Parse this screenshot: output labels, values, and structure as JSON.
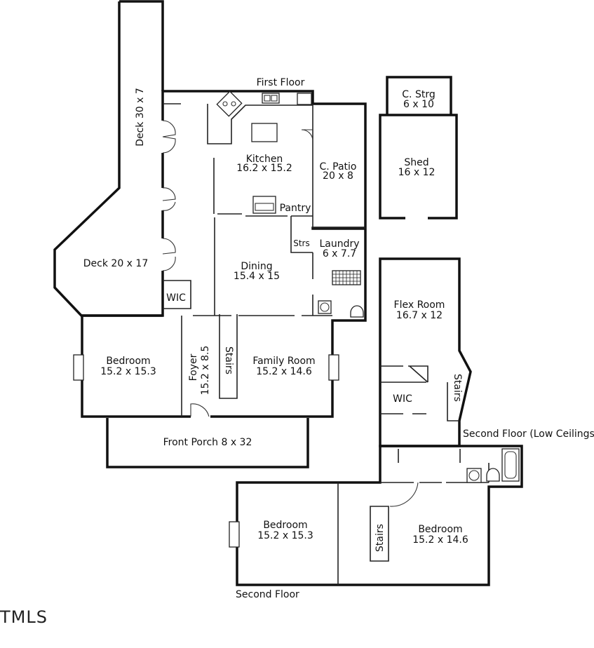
{
  "labels": {
    "first_floor": "First Floor",
    "second_floor": "Second Floor",
    "second_floor_low": "Second Floor (Low Ceilings)"
  },
  "rooms": {
    "deck_top": {
      "name": "Deck 30 x 7"
    },
    "deck_side": {
      "name": "Deck 20 x 17"
    },
    "kitchen": {
      "name": "Kitchen",
      "size": "16.2 x 15.2"
    },
    "c_patio": {
      "name": "C. Patio",
      "size": "20 x 8"
    },
    "c_strg": {
      "name": "C. Strg",
      "size": "6 x 10"
    },
    "shed": {
      "name": "Shed",
      "size": "16 x 12"
    },
    "pantry": {
      "name": "Pantry"
    },
    "strs": {
      "name": "Strs"
    },
    "laundry": {
      "name": "Laundry",
      "size": "6 x 7.7"
    },
    "dining": {
      "name": "Dining",
      "size": "15.4 x 15"
    },
    "wic1": {
      "name": "WIC"
    },
    "bedroom1": {
      "name": "Bedroom",
      "size": "15.2 x 15.3"
    },
    "foyer": {
      "name": "Foyer",
      "size": "15.2 x 8.5"
    },
    "stairs1": {
      "name": "Stairs"
    },
    "family_room": {
      "name": "Family Room",
      "size": "15.2 x 14.6"
    },
    "front_porch": {
      "name": "Front Porch 8 x 32"
    },
    "flex_room": {
      "name": "Flex Room",
      "size": "16.7 x 12"
    },
    "wic2": {
      "name": "WIC"
    },
    "stairs2": {
      "name": "Stairs"
    },
    "bedroom2": {
      "name": "Bedroom",
      "size": "15.2 x 15.3"
    },
    "stairs3": {
      "name": "Stairs"
    },
    "bedroom3": {
      "name": "Bedroom",
      "size": "15.2 x 14.6"
    }
  },
  "logo": {
    "text": "TMLS"
  }
}
